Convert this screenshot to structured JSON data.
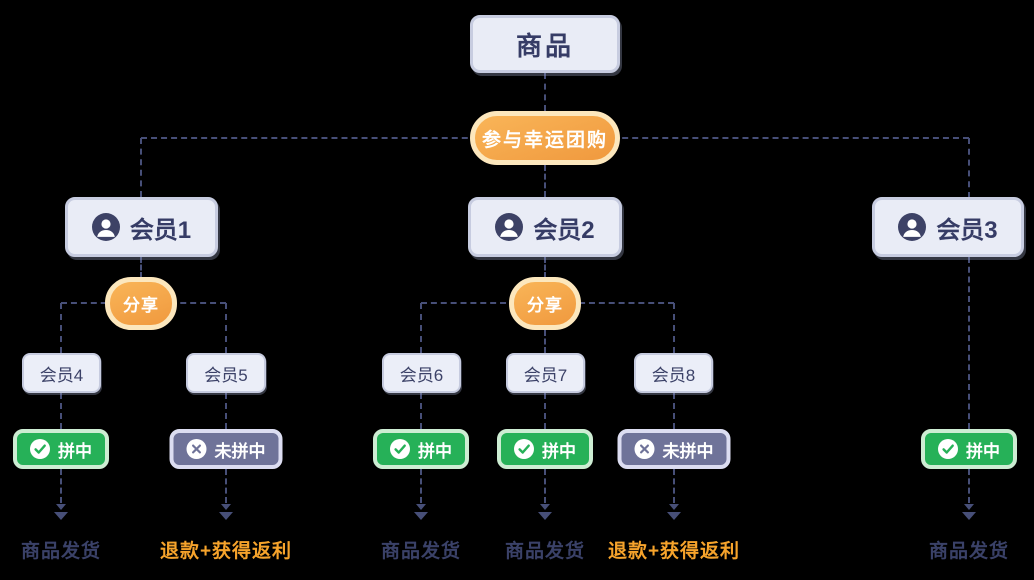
{
  "flow": {
    "product": "商品",
    "join_action": "参与幸运团购",
    "share_action": "分享",
    "members": [
      {
        "label": "会员1"
      },
      {
        "label": "会员2"
      },
      {
        "label": "会员3"
      }
    ],
    "leaves": [
      {
        "label": "会员4"
      },
      {
        "label": "会员5"
      },
      {
        "label": "会员6"
      },
      {
        "label": "会员7"
      },
      {
        "label": "会员8"
      }
    ],
    "results": [
      {
        "status": "拼中",
        "type": "win",
        "outcome": "商品发货"
      },
      {
        "status": "未拼中",
        "type": "lose",
        "outcome": "退款+获得返利"
      },
      {
        "status": "拼中",
        "type": "win",
        "outcome": "商品发货"
      },
      {
        "status": "拼中",
        "type": "win",
        "outcome": "商品发货"
      },
      {
        "status": "未拼中",
        "type": "lose",
        "outcome": "退款+获得返利"
      },
      {
        "status": "拼中",
        "type": "win",
        "outcome": "商品发货"
      }
    ],
    "icons": {
      "member": "user-icon",
      "win": "check-circle-icon",
      "lose": "cross-circle-icon"
    },
    "colors": {
      "background": "#000000",
      "win_green": "#26b158",
      "lose_purple": "#6f7399",
      "accent_orange": "#f5a33c",
      "pill_ring": "#fce7bd",
      "connector": "#474f78",
      "text_navy": "#3a4168",
      "box_fill": "#e9ecf6",
      "box_border": "#c7cce0"
    }
  }
}
